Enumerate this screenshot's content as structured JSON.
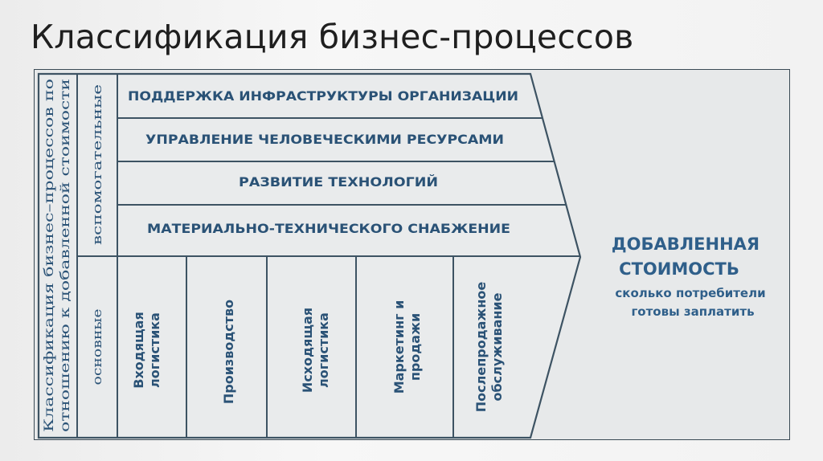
{
  "title": "Классификация бизнес-процессов",
  "left_axis": {
    "line1": "Классификация бизнес–процессов по",
    "line2": "отношению к добавленной стоимости"
  },
  "groups": {
    "support": "вспомогательные",
    "primary": "основные"
  },
  "support_activities": [
    "ПОДДЕРЖКА ИНФРАСТРУКТУРЫ ОРГАНИЗАЦИИ",
    "УПРАВЛЕНИЕ ЧЕЛОВЕЧЕСКИМИ РЕСУРСАМИ",
    "РАЗВИТИЕ ТЕХНОЛОГИЙ",
    "МАТЕРИАЛЬНО-ТЕХНИЧЕСКОГО СНАБЖЕНИЕ"
  ],
  "primary_activities": [
    {
      "line1": "Входящая",
      "line2": "логистика"
    },
    {
      "line1": "Производство",
      "line2": ""
    },
    {
      "line1": "Исходящая",
      "line2": "логистика"
    },
    {
      "line1": "Маркетинг и",
      "line2": "продажи"
    },
    {
      "line1": "Послепродажное",
      "line2": "обслуживание"
    }
  ],
  "value": {
    "line1": "ДОБАВЛЕННАЯ",
    "line2": "СТОИМОСТЬ",
    "note1": "сколько потребители",
    "note2": "готовы заплатить"
  },
  "colors": {
    "line": "#3d5363",
    "text": "#2a5276",
    "fill": "#e7e9ea"
  }
}
